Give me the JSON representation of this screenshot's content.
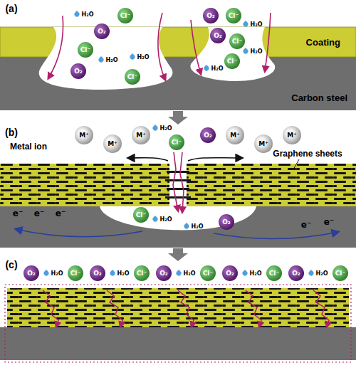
{
  "diagram": {
    "nodes": [
      {
        "text": [
          "Coating"
        ]
      },
      {
        "text": [
          "Carbon steel"
        ]
      },
      {
        "text": [
          "Cl⁻"
        ]
      },
      {
        "text": [
          "O₂"
        ]
      },
      {
        "text": [
          "Cl⁻"
        ]
      },
      {
        "text": [
          "O₂"
        ]
      },
      {
        "text": [
          "O₂"
        ]
      },
      {
        "text": [
          "Cl⁻"
        ]
      },
      {
        "text": [
          "Cl⁻"
        ]
      },
      {
        "text": [
          "Cl⁻"
        ]
      },
      {
        "text": [
          "O₂"
        ]
      },
      {
        "text": [
          "Cl⁻"
        ]
      },
      {
        "text": [
          "M⁺"
        ]
      },
      {
        "text": [
          "M⁺"
        ]
      },
      {
        "text": [
          "O₂"
        ]
      },
      {
        "text": [
          "M⁺"
        ]
      },
      {
        "text": [
          "M⁺"
        ]
      },
      {
        "text": [
          "Cl⁻"
        ]
      },
      {
        "text": [
          "M⁺"
        ]
      },
      {
        "text": [
          "M⁺"
        ]
      },
      {
        "text": [
          "Cl⁻"
        ]
      },
      {
        "text": [
          "O₂"
        ]
      },
      {
        "text": [
          "O₂"
        ]
      },
      {
        "text": [
          "Cl⁻"
        ]
      },
      {
        "text": [
          "O₂"
        ]
      },
      {
        "text": [
          "Cl⁻"
        ]
      },
      {
        "text": [
          "O₂"
        ]
      },
      {
        "text": [
          "Cl⁻"
        ]
      },
      {
        "text": [
          "O₂"
        ]
      },
      {
        "text": [
          "Cl⁻"
        ]
      },
      {
        "text": [
          "O₂"
        ]
      },
      {
        "text": [
          "Cl⁻"
        ]
      }
    ],
    "labels": [
      "(a)",
      "H₂O",
      "H₂O",
      "H₂O",
      "H₂O",
      "H₂O",
      "H₂O",
      "(b)",
      "H₂O",
      "Metal ion",
      "Graphene sheets",
      "H₂O",
      "H₂O",
      "e⁻",
      "e⁻",
      "e⁻",
      "e⁻",
      "e⁻",
      "(c)",
      "H₂O",
      "H₂O",
      "H₂O",
      "H₂O",
      "H₂O"
    ]
  }
}
